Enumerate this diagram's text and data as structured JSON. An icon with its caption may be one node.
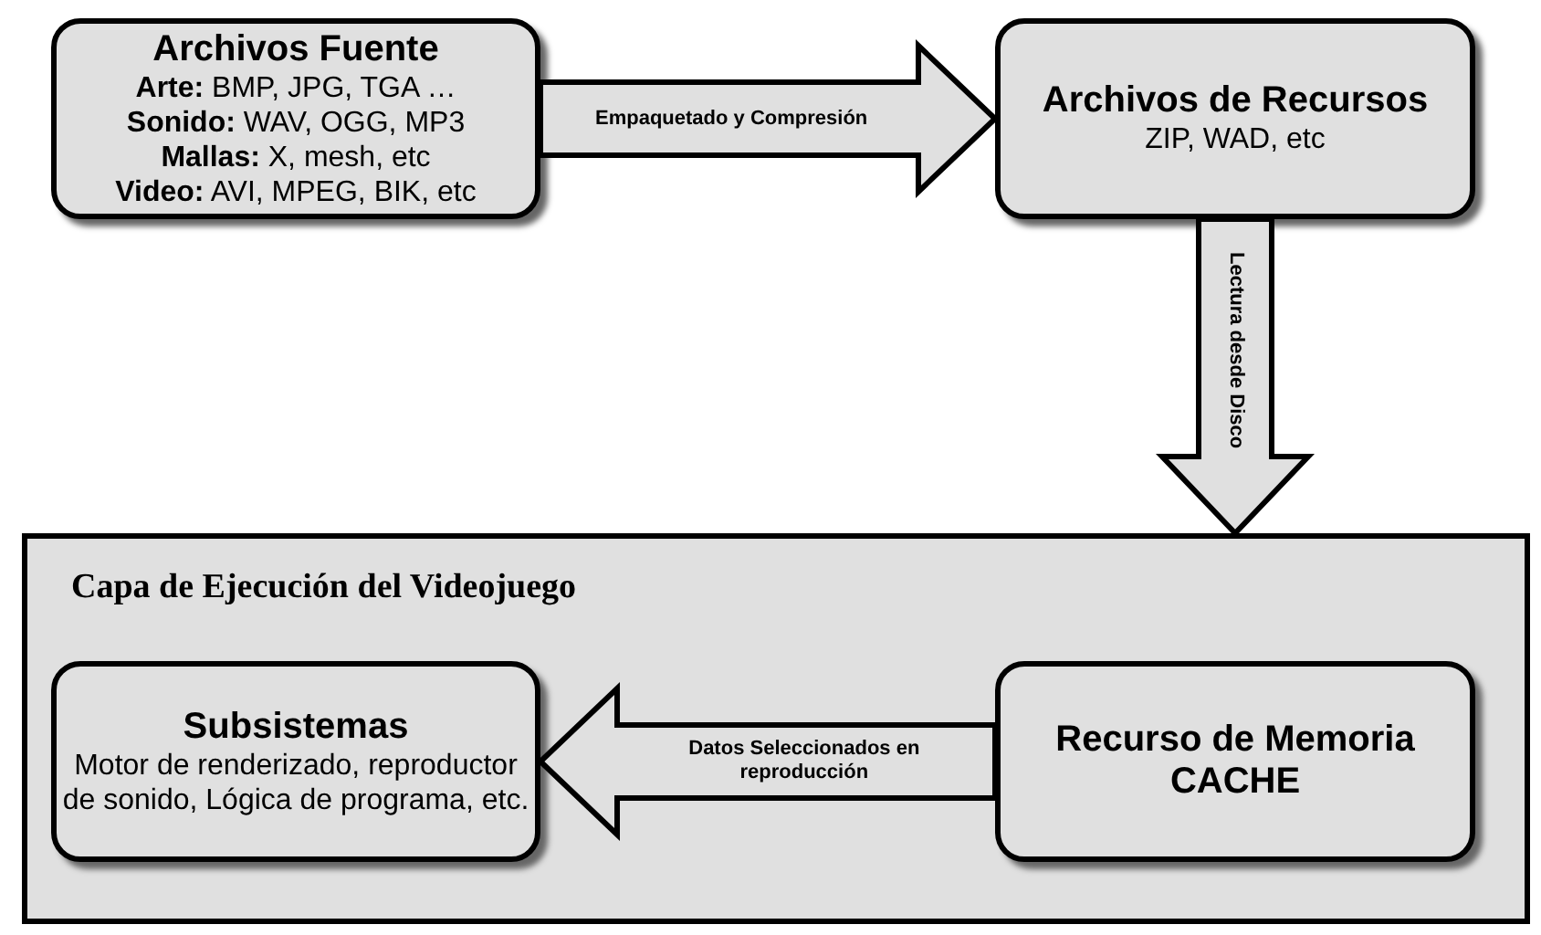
{
  "diagram": {
    "nodes": [
      {
        "text": [
          "Archivos Fuente",
          "**Arte:** BMP, JPG, TGA …",
          "**Sonido:** WAV, OGG, MP3",
          "**Mallas:** X, mesh, etc",
          "**Video:** AVI, MPEG, BIK, etc"
        ]
      },
      {
        "text": [
          "Archivos de Recursos",
          "ZIP, WAD, etc"
        ]
      },
      {
        "text": [
          "Capa de Ejecución del Videojuego"
        ]
      },
      {
        "text": [
          "Recurso de Memoria CACHE"
        ],
        "in": 2
      },
      {
        "text": [
          "Subsistemas",
          "Motor de renderizado, reproductor de sonido, Lógica de programa, etc."
        ],
        "in": 2
      }
    ],
    "edges": [
      {
        "from": 0,
        "to": 1,
        "arrow": "to",
        "label": "Empaquetado y Compresión"
      },
      {
        "from": 1,
        "to": 2,
        "arrow": "to",
        "label": "Lectura desde Disco"
      },
      {
        "from": 3,
        "to": 4,
        "arrow": "to",
        "label": "Datos Seleccionados en reproducción"
      }
    ]
  }
}
